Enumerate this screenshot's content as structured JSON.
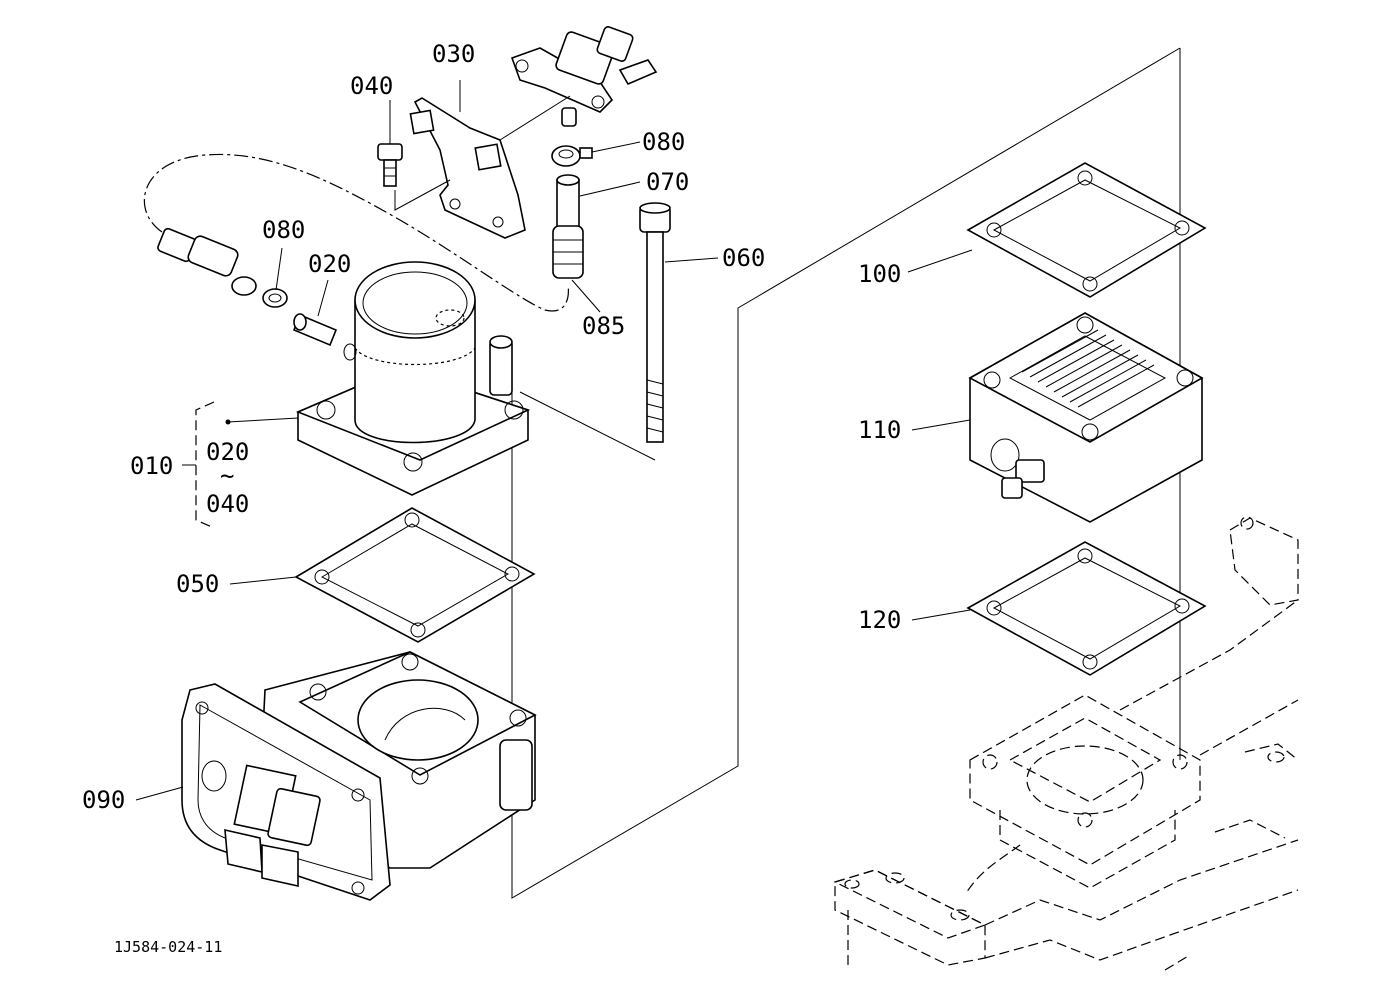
{
  "labels": {
    "p010": "010",
    "p020": "020",
    "p020b": "020",
    "p030": "030",
    "p040": "040",
    "p040b": "040",
    "p050": "050",
    "p060": "060",
    "p070": "070",
    "p080a": "080",
    "p080b": "080",
    "p085": "085",
    "p090": "090",
    "p100": "100",
    "p110": "110",
    "p120": "120",
    "tilde": "~"
  },
  "drawing_ref": "1J584-024-11"
}
